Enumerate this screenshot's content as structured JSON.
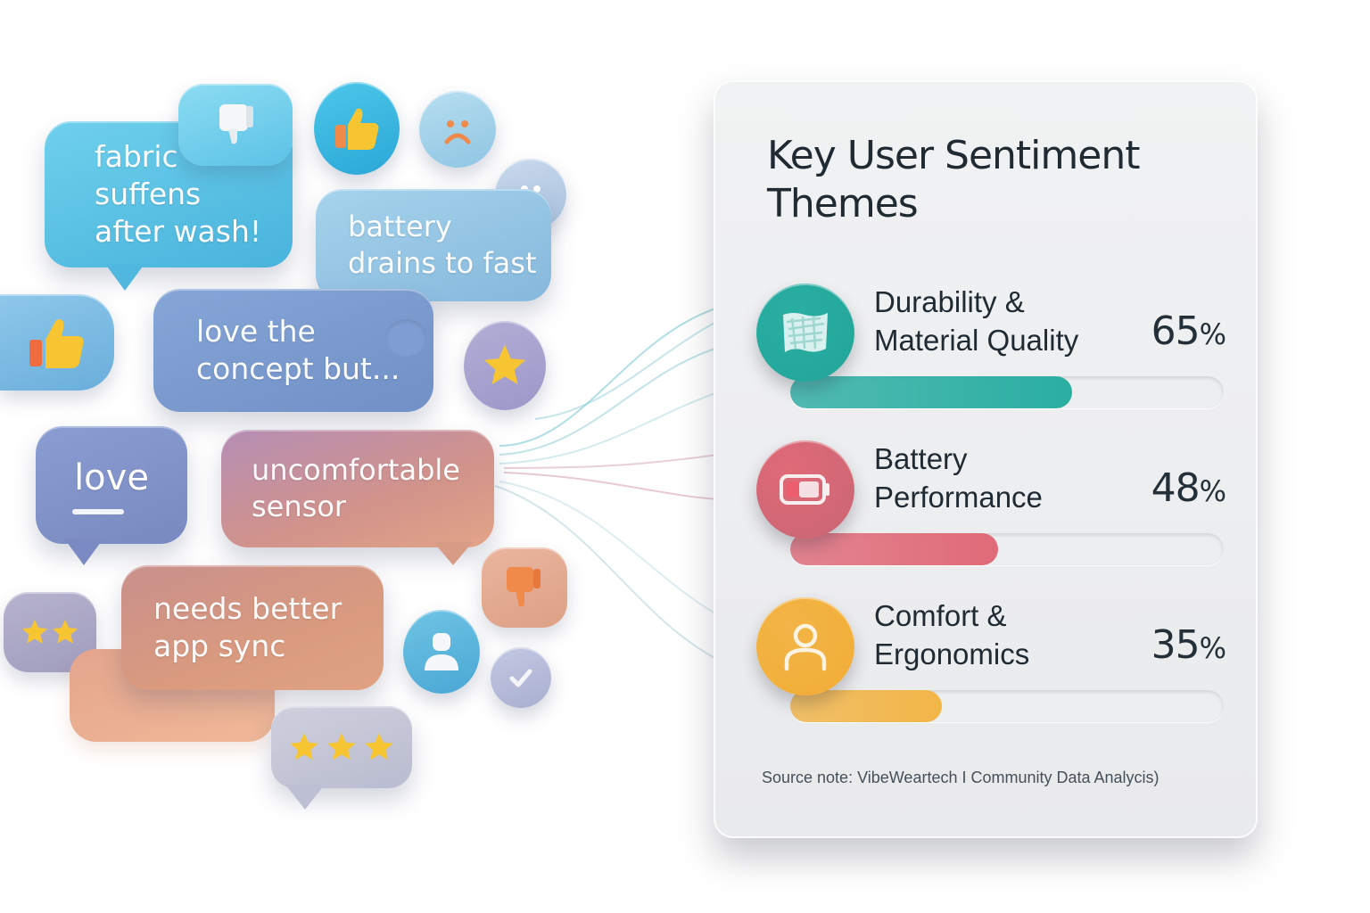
{
  "bubbles": {
    "fabric": "fabric suffens\nafter wash!",
    "battery": "battery\ndrains to fast",
    "concept": "love the\nconcept but...",
    "love": "love",
    "sensor": "uncomfortable\nsensor",
    "sync": "needs better\napp sync"
  },
  "icons": {
    "thumbs_up": "thumbs-up-icon",
    "thumbs_down": "thumbs-down-icon",
    "sad_face": "sad-face-icon",
    "neutral_face": "neutral-face-icon",
    "star": "star-icon",
    "user": "user-icon",
    "check": "check-icon",
    "battery": "battery-icon",
    "fabric": "fabric-icon"
  },
  "panel": {
    "title": "Key User Sentiment\nThemes",
    "source_note": "Source note: VibeWeartech I Community Data Analycis)",
    "percent_sign": "%"
  },
  "chart_data": {
    "type": "bar",
    "orientation": "horizontal",
    "title": "Key User Sentiment Themes",
    "categories": [
      "Durability & Material Quality",
      "Battery Performance",
      "Comfort & Ergonomics"
    ],
    "values": [
      65,
      48,
      35
    ],
    "xlim": [
      0,
      100
    ],
    "unit": "%",
    "grid": false,
    "themes": [
      {
        "label": "Durability &\nMaterial Quality",
        "value": 65,
        "value_text": "65",
        "color": "#2aaea2",
        "icon_color": "#23a59a",
        "icon": "fabric-icon"
      },
      {
        "label": "Battery\nPerformance",
        "value": 48,
        "value_text": "48",
        "color": "#e06a78",
        "icon_color": "#c96674",
        "icon": "battery-icon"
      },
      {
        "label": "Comfort &\nErgonomics",
        "value": 35,
        "value_text": "35",
        "color": "#f2b547",
        "icon_color": "#f1ac35",
        "icon": "user-icon"
      }
    ]
  },
  "colors": {
    "blue_bubble": "#5bc2e0",
    "lavender_bubble": "#8a9fd0",
    "peach_bubble": "#d58f7c",
    "teal": "#2aaea2",
    "coral": "#e06a78",
    "amber": "#f2b547",
    "star_yellow": "#f6c333",
    "thumb_orange": "#f08a4b"
  }
}
